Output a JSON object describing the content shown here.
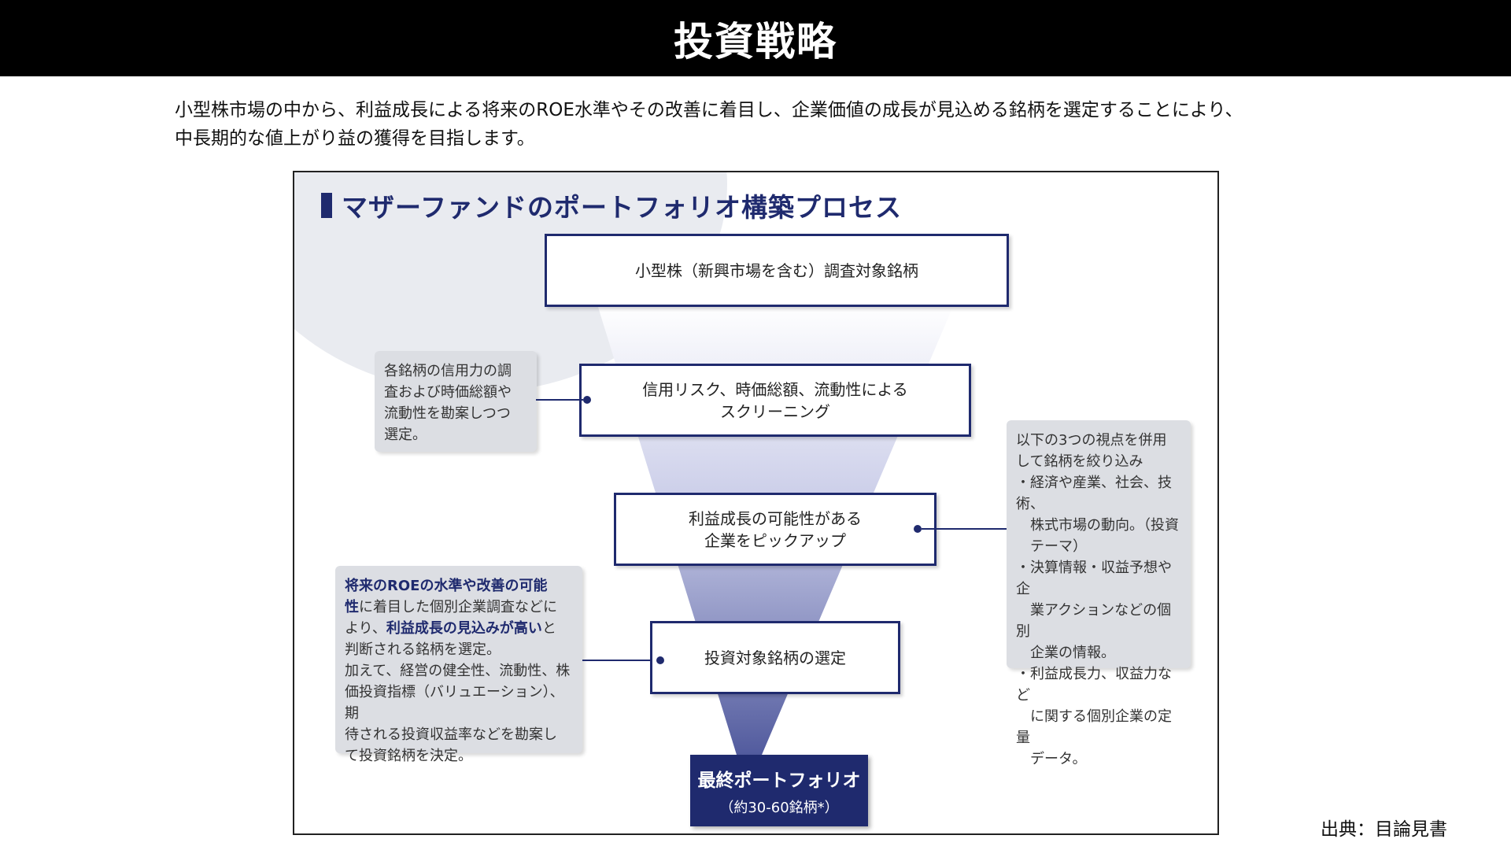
{
  "slide": {
    "title": "投資戦略",
    "intro_lines": [
      "小型株市場の中から、利益成長による将来のROE水準やその改善に着目し、企業価値の成長が見込める銘柄を選定することにより、",
      "中長期的な値上がり益の獲得を目指します。"
    ],
    "source": "出典：目論見書"
  },
  "diagram": {
    "heading": "マザーファンドのポートフォリオ構築プロセス",
    "accent_color": "#1f2a6e",
    "stages": [
      {
        "lines": [
          "小型株（新興市場を含む）調査対象銘柄"
        ]
      },
      {
        "lines": [
          "信用リスク、時価総額、流動性による",
          "スクリーニング"
        ]
      },
      {
        "lines": [
          "利益成長の可能性がある",
          "企業をピックアップ"
        ]
      },
      {
        "lines": [
          "投資対象銘柄の選定"
        ]
      }
    ],
    "final": {
      "title": "最終ポートフォリオ",
      "subtitle": "（約30-60銘柄*）"
    },
    "notes": {
      "credit": [
        "各銘柄の信用力の調",
        "査および時価総額や",
        "流動性を勘案しつつ",
        "選定。"
      ],
      "viewpoints": [
        "以下の3つの視点を併用",
        "して銘柄を絞り込み",
        "・経済や産業、社会、技術、",
        "　株式市場の動向。（投資",
        "　テーマ）",
        "・決算情報・収益予想や企",
        "　業アクションなどの個別",
        "　企業の情報。",
        "・利益成長力、収益力など",
        "　に関する個別企業の定量",
        "　データ。"
      ],
      "selection": {
        "hl1a": "将来のROEの水準や改善の可能",
        "hl1b": "性",
        "t1": "に着目した個別企業調査などに",
        "t2": "より、",
        "hl2": "利益成長の見込みが高い",
        "t3": "と",
        "t4": "判断される銘柄を選定。",
        "t5": "加えて、経営の健全性、流動性、株",
        "t6": "価投資指標（バリュエーション）、期",
        "t7": "待される投資収益率などを勘案し",
        "t8": "て投資銘柄を決定。"
      }
    }
  }
}
